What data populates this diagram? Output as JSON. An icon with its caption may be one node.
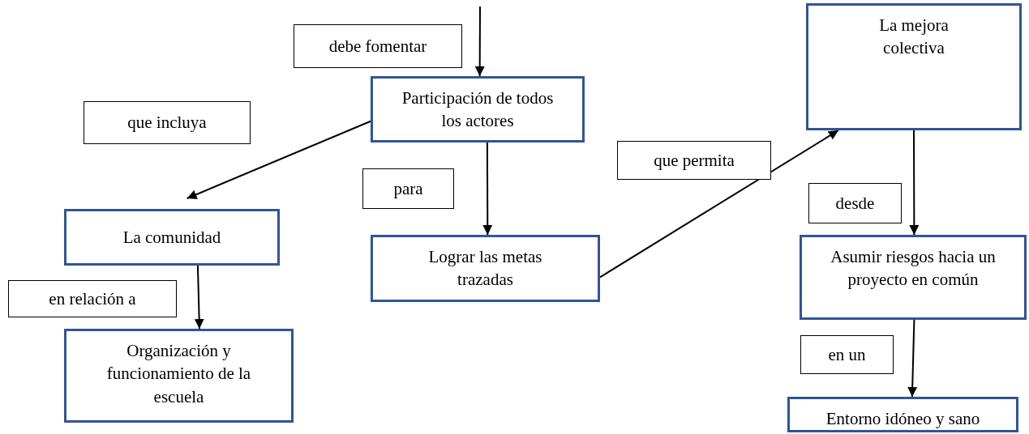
{
  "diagram": {
    "nodes": [
      {
        "text": [
          "Participación de todos los actores"
        ]
      },
      {
        "text": [
          "La comunidad"
        ]
      },
      {
        "text": [
          "Organización y funcionamiento de la escuela"
        ]
      },
      {
        "text": [
          "Lograr las metas trazadas"
        ]
      },
      {
        "text": [
          "La mejora colectiva"
        ]
      },
      {
        "text": [
          "Asumir riesgos hacia un proyecto en común"
        ]
      },
      {
        "text": [
          "Entorno idóneo y sano"
        ]
      }
    ],
    "edges": [
      {
        "from": null,
        "to": 0,
        "arrow": "to",
        "label": "debe fomentar"
      },
      {
        "from": 0,
        "to": 1,
        "arrow": "to",
        "label": "que incluya"
      },
      {
        "from": 1,
        "to": 2,
        "arrow": "to",
        "label": "en relación a"
      },
      {
        "from": 0,
        "to": 3,
        "arrow": "to",
        "label": "para"
      },
      {
        "from": 3,
        "to": 4,
        "arrow": "to",
        "label": "que permita"
      },
      {
        "from": 4,
        "to": 5,
        "arrow": "to",
        "label": "desde"
      },
      {
        "from": 5,
        "to": 6,
        "arrow": "to",
        "label": "en un"
      }
    ]
  }
}
